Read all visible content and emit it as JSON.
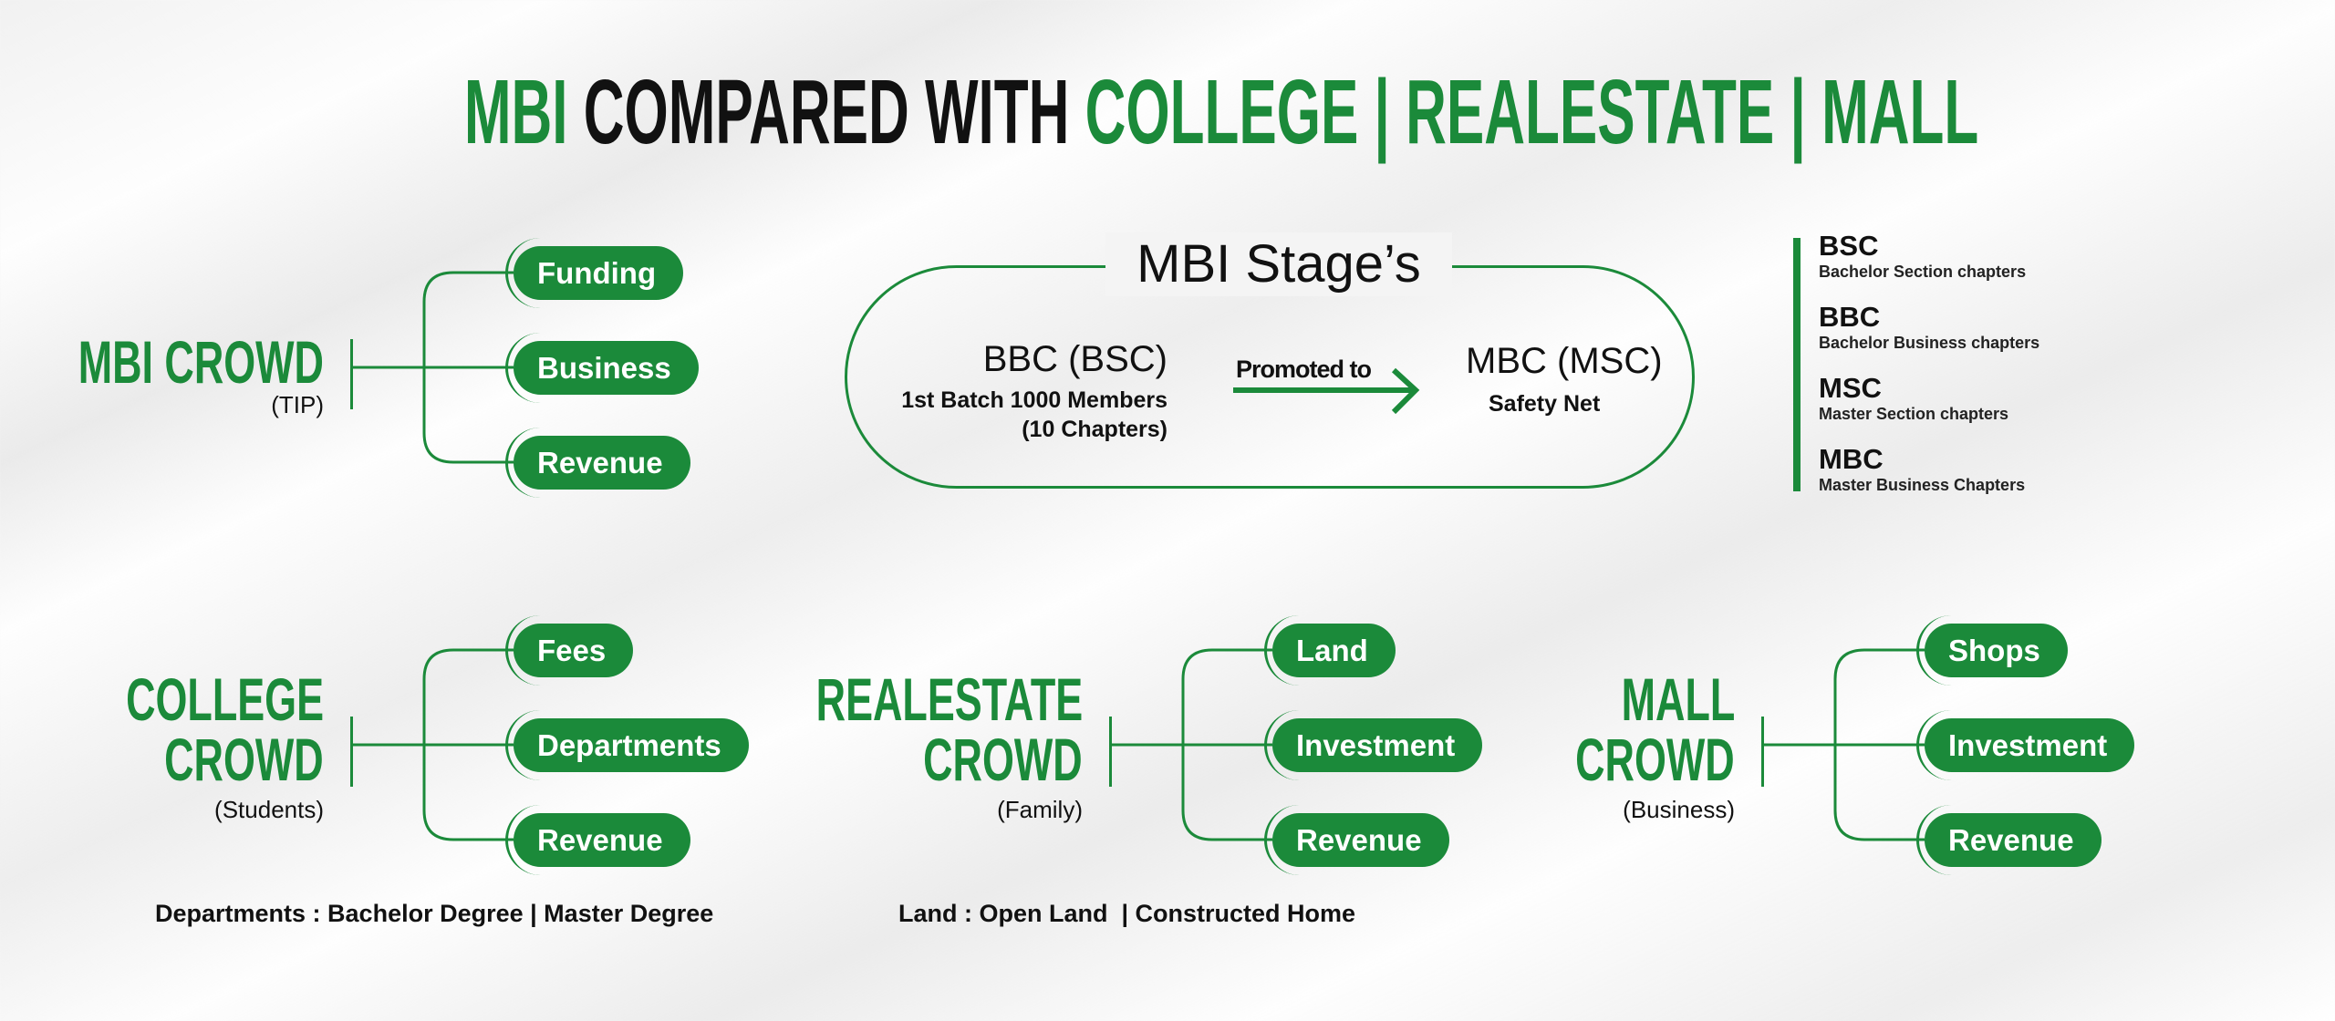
{
  "title": {
    "part1": "MBI",
    "part2": "COMPARED WITH",
    "part3": "COLLEGE | REALESTATE | MALL"
  },
  "colors": {
    "accent": "#1b8a3a",
    "text": "#111111"
  },
  "groups": [
    {
      "id": "mbi",
      "label_lines": [
        "MBI CROWD"
      ],
      "sub": "(TIP)",
      "items": [
        "Funding",
        "Business",
        "Revenue"
      ]
    },
    {
      "id": "college",
      "label_lines": [
        "COLLEGE",
        "CROWD"
      ],
      "sub": "(Students)",
      "items": [
        "Fees",
        "Departments",
        "Revenue"
      ]
    },
    {
      "id": "realestate",
      "label_lines": [
        "REALESTATE",
        "CROWD"
      ],
      "sub": "(Family)",
      "items": [
        "Land",
        "Investment",
        "Revenue"
      ]
    },
    {
      "id": "mall",
      "label_lines": [
        "MALL",
        "CROWD"
      ],
      "sub": "(Business)",
      "items": [
        "Shops",
        "Investment",
        "Revenue"
      ]
    }
  ],
  "stages": {
    "title": "MBI Stage’s",
    "from": {
      "name": "BBC (BSC)",
      "line1": "1st Batch 1000 Members",
      "line2": "(10 Chapters)"
    },
    "arrow_label": "Promoted to",
    "to": {
      "name": "MBC (MSC)",
      "line1": "Safety Net"
    }
  },
  "legend": [
    {
      "abbr": "BSC",
      "desc": "Bachelor Section chapters"
    },
    {
      "abbr": "BBC",
      "desc": "Bachelor Business chapters"
    },
    {
      "abbr": "MSC",
      "desc": "Master Section chapters"
    },
    {
      "abbr": "MBC",
      "desc": "Master Business Chapters"
    }
  ],
  "notes": {
    "departments": "Departments : Bachelor Degree | Master Degree",
    "land": "Land : Open Land  | Constructed Home"
  }
}
